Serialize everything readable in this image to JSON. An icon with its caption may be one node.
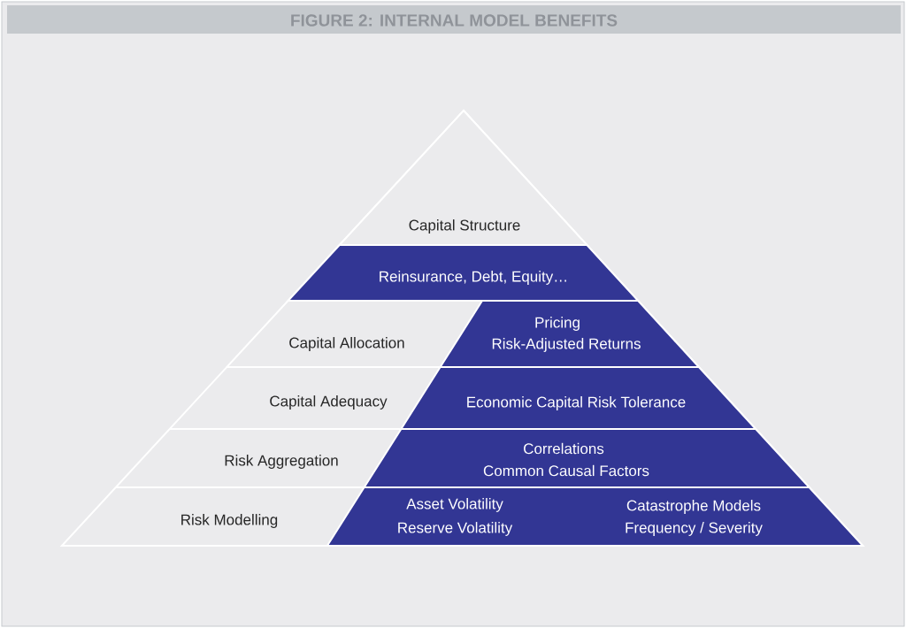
{
  "diagram": {
    "title": "FIGURE 2: INTERNAL MODEL BENEFITS",
    "nodes": [
      {
        "text": [
          "Capital Structure"
        ]
      },
      {
        "text": [
          "Reinsurance, Debt, Equity…"
        ]
      },
      {
        "text": [
          "Capital Allocation"
        ]
      },
      {
        "text": [
          "Pricing",
          "Risk-Adjusted Returns"
        ]
      },
      {
        "text": [
          "Capital Adequacy"
        ]
      },
      {
        "text": [
          "Economic Capital Risk Tolerance"
        ]
      },
      {
        "text": [
          "Risk Aggregation"
        ]
      },
      {
        "text": [
          "Correlations",
          "Common Causal Factors"
        ]
      },
      {
        "text": [
          "Risk Modelling"
        ]
      },
      {
        "text": [
          "Asset Volatility",
          "Reserve Volatility",
          "Catastrophe Models",
          "Frequency / Severity"
        ]
      }
    ]
  }
}
